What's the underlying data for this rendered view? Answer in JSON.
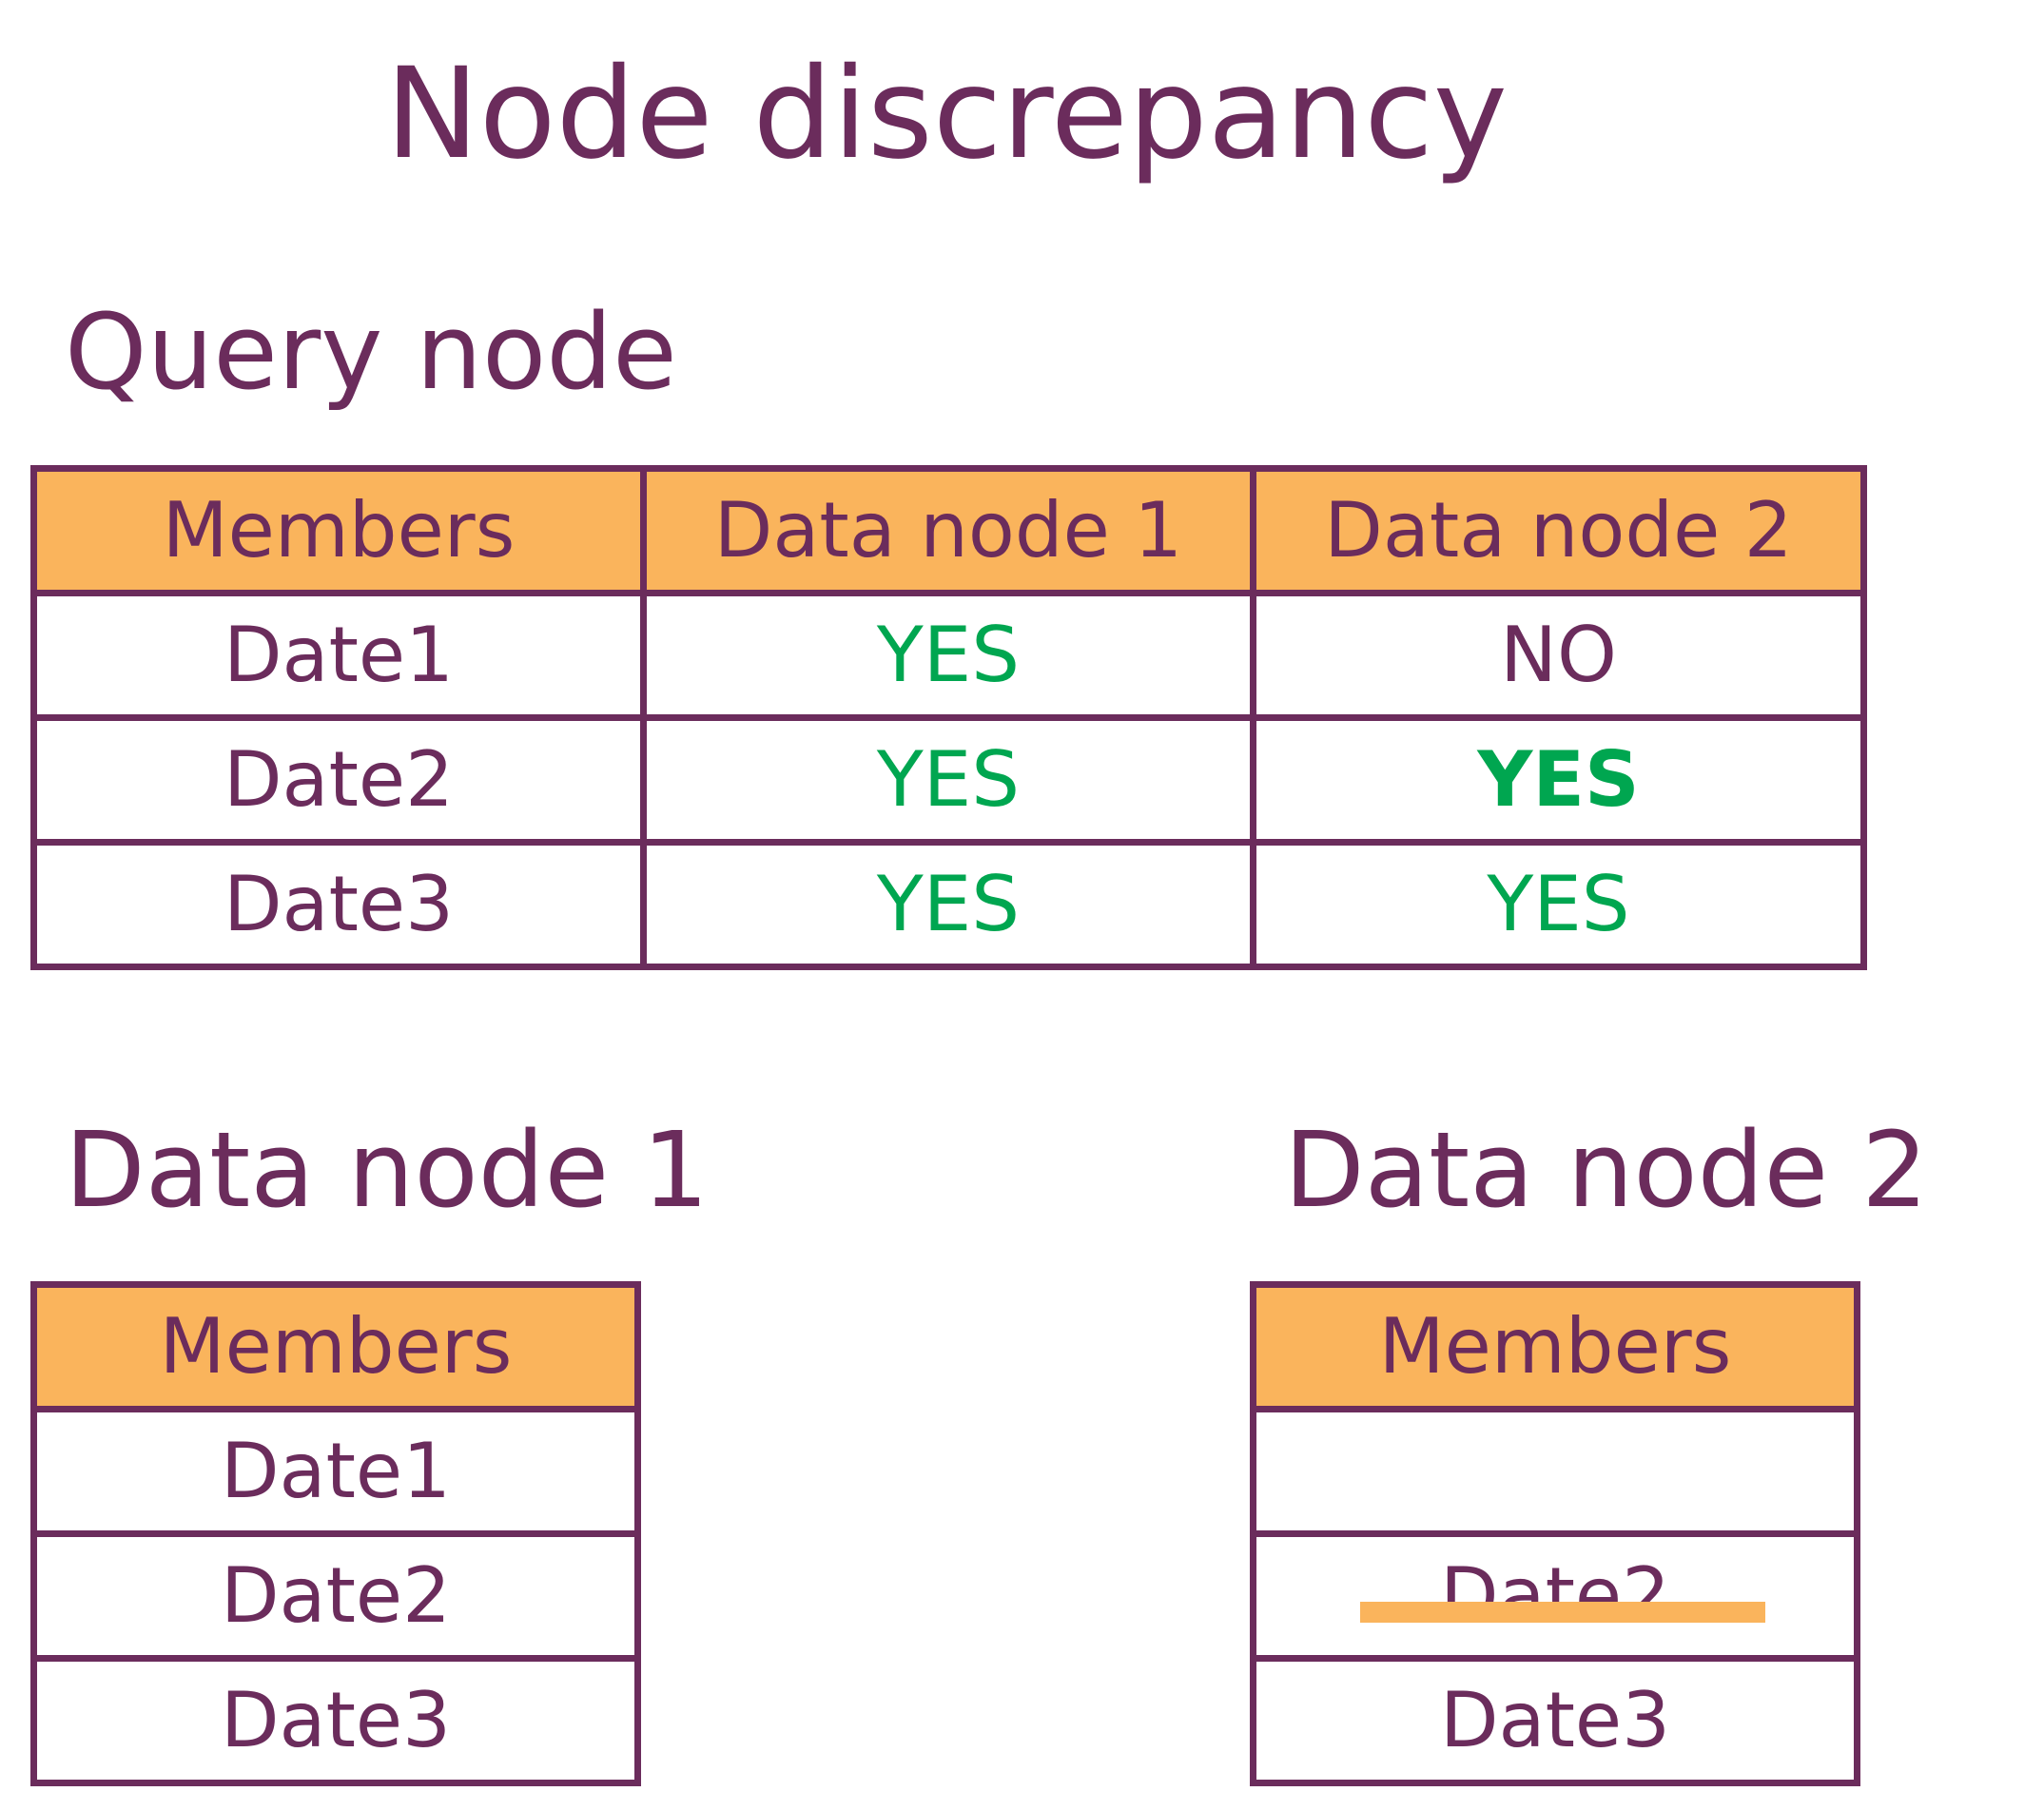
{
  "title": "Node discrepancy",
  "query_node": {
    "heading": "Query node",
    "headers": [
      "Members",
      "Data node 1",
      "Data node 2"
    ],
    "rows": [
      [
        "Date1",
        "YES",
        "NO"
      ],
      [
        "Date2",
        "YES",
        "YES"
      ],
      [
        "Date3",
        "YES",
        "YES"
      ]
    ]
  },
  "data_node_1": {
    "heading": "Data node 1",
    "header": "Members",
    "rows": [
      "Date1",
      "Date2",
      "Date3"
    ]
  },
  "data_node_2": {
    "heading": "Data node 2",
    "header": "Members",
    "rows": [
      "",
      "Date2",
      "Date3"
    ],
    "struck_row": "Date2"
  },
  "colors": {
    "text": "#6b2c5c",
    "header_fill": "#fab45c",
    "yes": "#00a650",
    "strike": "#fab45c"
  }
}
